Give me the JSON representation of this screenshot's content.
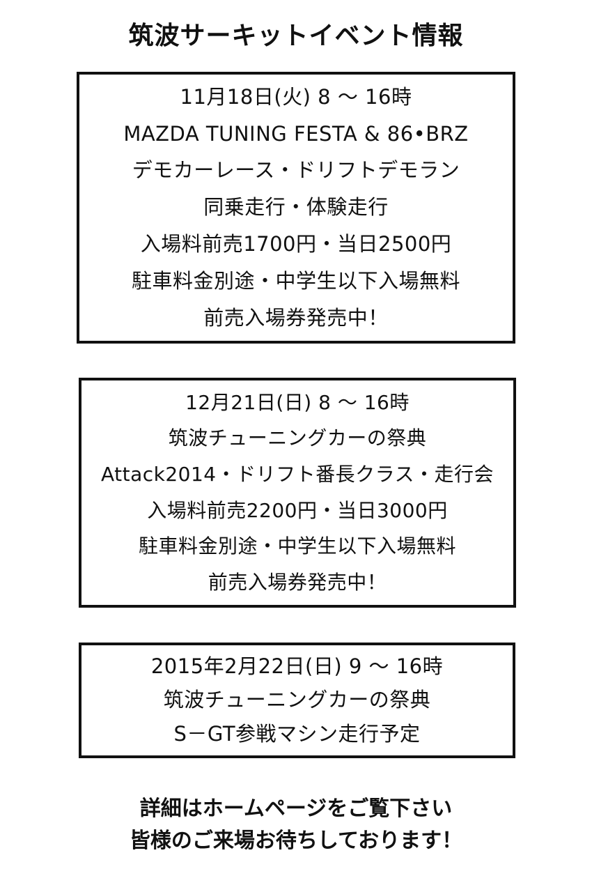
{
  "title": "筑波サーキットイベント情報",
  "events": [
    {
      "lines": [
        "11月18日(火) 8 ～ 16時",
        "MAZDA TUNING FESTA & 86•BRZ",
        "デモカーレース・ドリフトデモラン",
        "同乗走行・体験走行",
        "入場料前売1700円・当日2500円",
        "駐車料金別途・中学生以下入場無料",
        "前売入場券発売中！"
      ]
    },
    {
      "lines": [
        "12月21日(日) 8 ～ 16時",
        "筑波チューニングカーの祭典",
        "Attack2014・ドリフト番長クラス・走行会",
        "入場料前売2200円・当日3000円",
        "駐車料金別途・中学生以下入場無料",
        "前売入場券発売中！"
      ]
    },
    {
      "lines": [
        "2015年2月22日(日) 9 ～ 16時",
        "筑波チューニングカーの祭典",
        "S－GT参戦マシン走行予定"
      ]
    }
  ],
  "footer": {
    "line1": "詳細はホームページをご覧下さい",
    "line2": "皆様のご来場お待ちしております！"
  }
}
